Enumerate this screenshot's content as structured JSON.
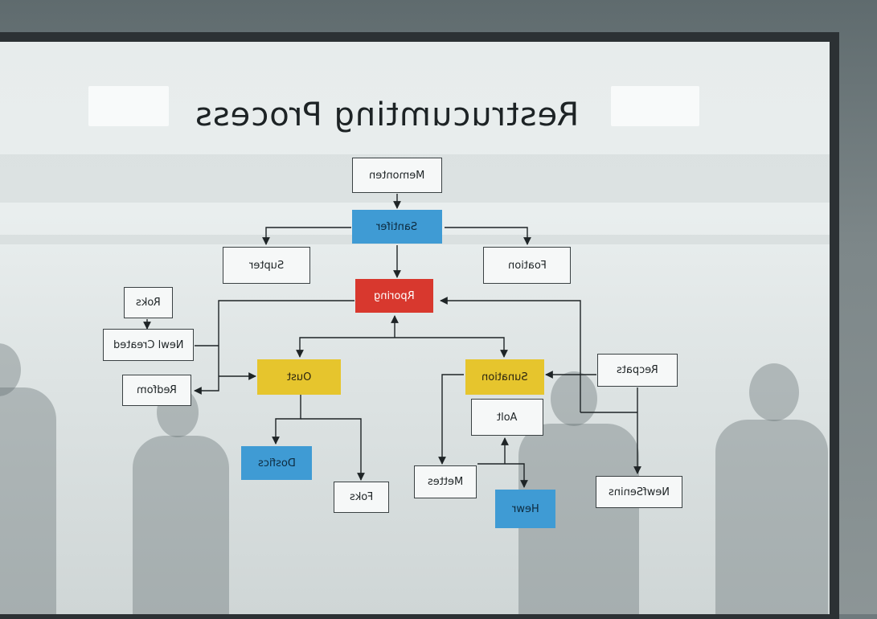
{
  "diagram": {
    "title": "Restrucumting Process",
    "nodes": {
      "mementen": "Memonten",
      "santifer": "Santifer",
      "supter": "Supter",
      "foation": "Foation",
      "rporing": "Rporing",
      "roks": "Roks",
      "newly_created": "Newl Created",
      "redfom": "Redfom",
      "oust": "Oust",
      "sunation": "Sunation",
      "recpats": "Recpats",
      "aolt": "Aolt",
      "dosfics": "Dosfics",
      "foks": "Foks",
      "mettes": "Mettes",
      "hewr": "Hewr",
      "newfsenins": "NewfSenins"
    }
  },
  "colors": {
    "blue": "#3f9bd4",
    "red": "#d8382e",
    "yellow": "#e6c52d",
    "outline": "#3a4143"
  }
}
